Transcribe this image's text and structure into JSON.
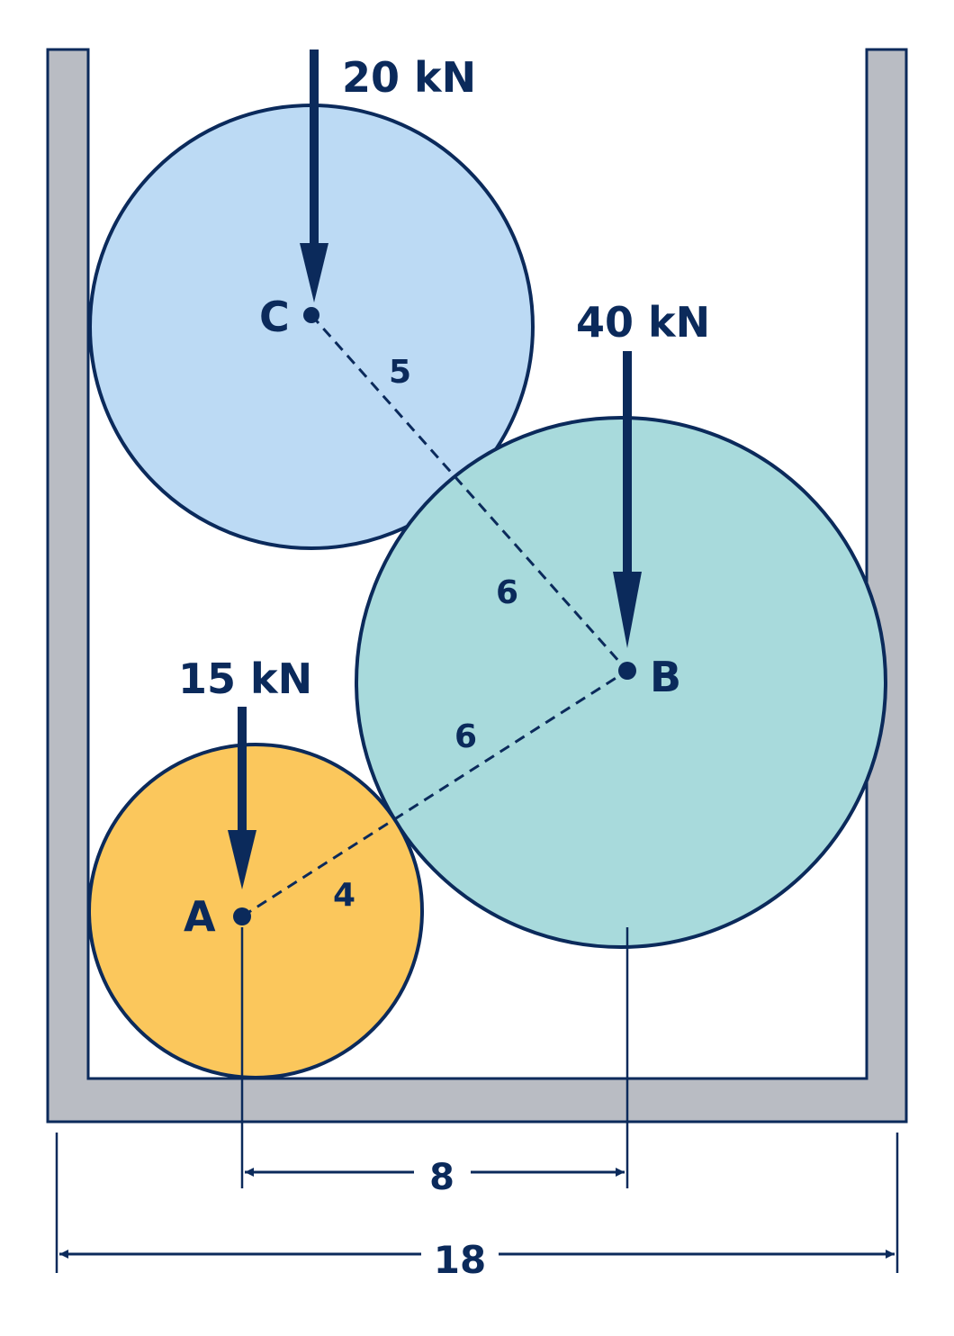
{
  "forces": {
    "c": "20 kN",
    "b": "40 kN",
    "a": "15 kN"
  },
  "points": {
    "a": "A",
    "b": "B",
    "c": "C"
  },
  "distances": {
    "cb_c_radius": "5",
    "cb_b_radius": "6",
    "ab_b_radius": "6",
    "ab_a_radius": "4"
  },
  "dimensions": {
    "ab_horizontal": "8",
    "container_width": "18"
  },
  "colors": {
    "ink": "#0b2a5b",
    "wall": "#b9bcc3",
    "ball_c": "#bcdaf4",
    "ball_b": "#a8dadc",
    "ball_a": "#fbc75c"
  }
}
